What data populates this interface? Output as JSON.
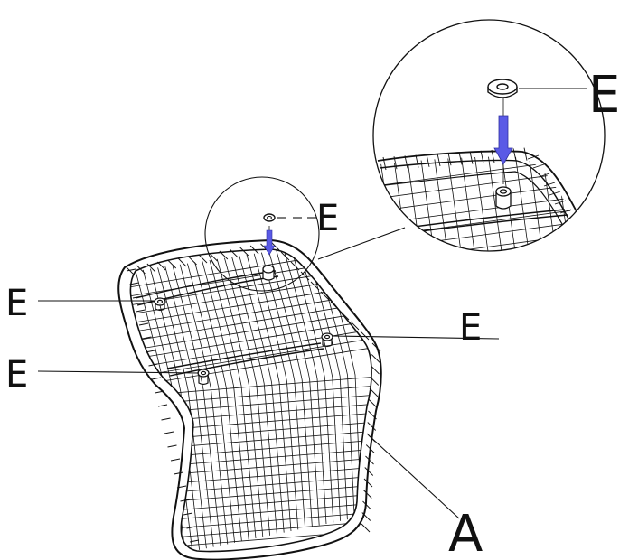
{
  "diagram": {
    "labels": {
      "seat": "A",
      "washer": "E"
    },
    "colors": {
      "ink": "#111111",
      "arrow": "#5a5ae6",
      "background": "#ffffff"
    },
    "callouts": {
      "washer_points": 4,
      "detail_views": 1
    }
  }
}
